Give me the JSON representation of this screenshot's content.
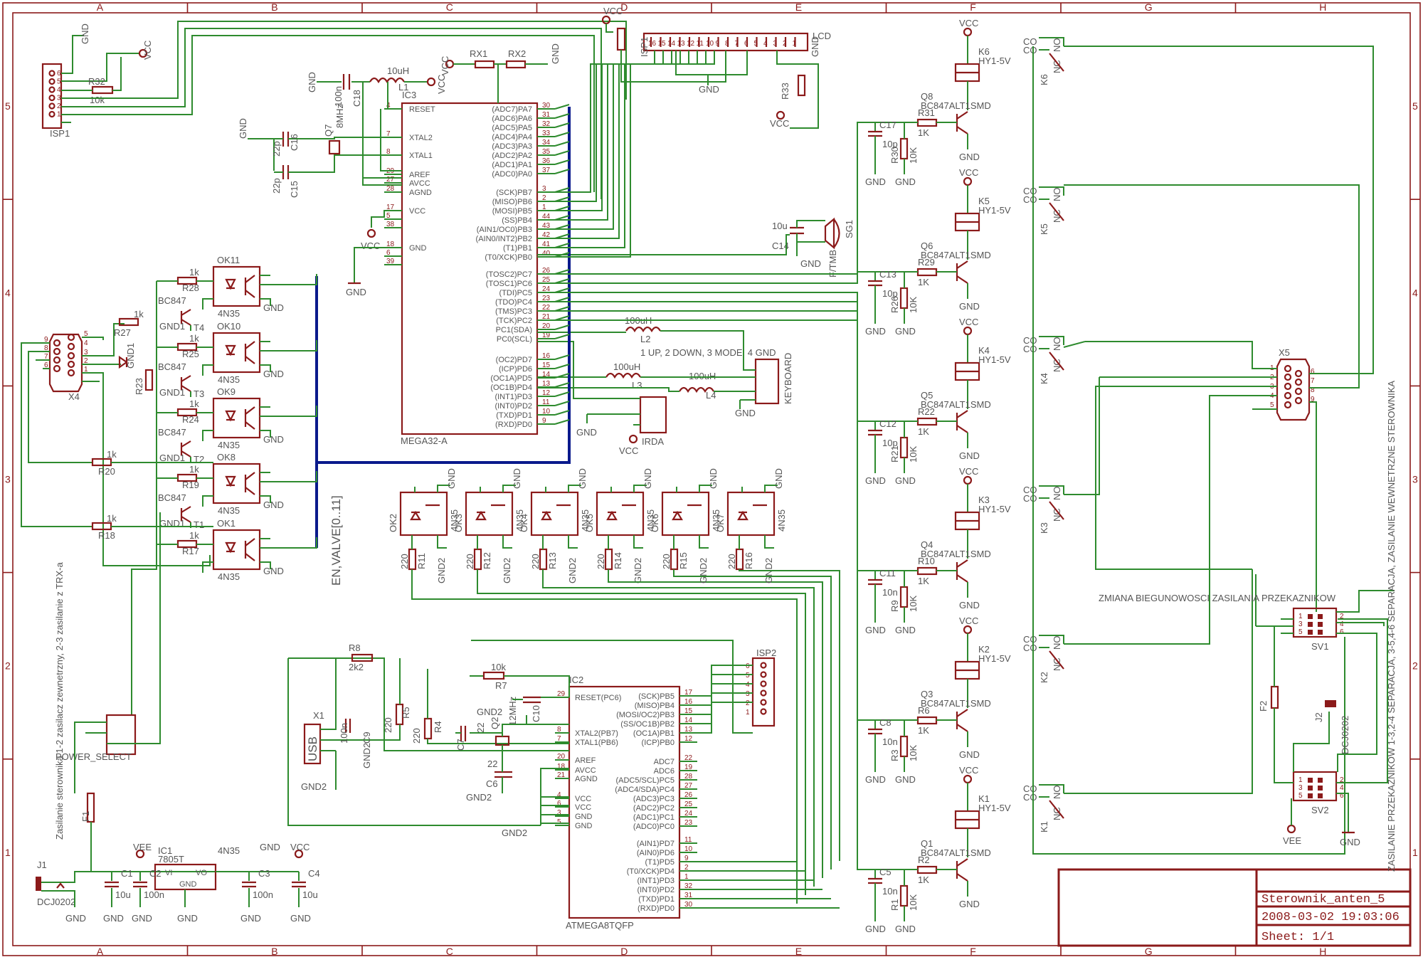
{
  "zones": {
    "columns": [
      "A",
      "B",
      "C",
      "D",
      "E",
      "F",
      "G",
      "H"
    ],
    "rows": [
      "5",
      "4",
      "3",
      "2",
      "1"
    ]
  },
  "title_block": {
    "name": "Sterownik_anten_5",
    "date": "2008-03-02 19:03:06",
    "sheet": "Sheet: 1/1"
  },
  "labels": {
    "isp1": "ISP1",
    "gnd": "GND",
    "vcc": "VCC",
    "vee": "VEE",
    "gnd1": "GND1",
    "gnd2": "GND2",
    "r32": "R32",
    "r32_val": "10k",
    "c18": "C18",
    "c18_val": "100n",
    "l1": "L1",
    "l1_val": "10uH",
    "ic3": "IC3",
    "ic3_name": "MEGA32-A",
    "rx1": "RX1",
    "rx2": "RX2",
    "q7": "Q7",
    "q7_val": "8MHz",
    "c16": "C16",
    "c15": "C15",
    "c_22p": "22p",
    "lcd": "LCD",
    "r33": "R33",
    "c14": "C14",
    "c14_val": "10u",
    "sg1": "SG1",
    "sg1_type": "F/TMB",
    "keyboard": "KEYBOARD",
    "keyboard_note": "1 UP, 2 DOWN, 3 MODE, 4 GND",
    "l2": "L2",
    "l3": "L3",
    "l4": "L4",
    "l_100uh": "100uH",
    "irda": "IRDA",
    "bus_label": "EN,VALVE[0..11]",
    "x4": "X4",
    "x5": "X5",
    "x1": "X1",
    "usb": "USB",
    "isp2": "ISP2",
    "ic2": "IC2",
    "ic2_name": "ATMEGA8TQFP",
    "power_select": "POWER_SELECT",
    "f1": "F1",
    "f2": "F2",
    "j1": "J1",
    "j2": "J2",
    "dcj": "DCJ0202",
    "ic1": "IC1",
    "ic1_name": "7805T",
    "ic1_vi": "VI",
    "ic1_vo": "VO",
    "ic1_gnd": "GND",
    "part_4n35": "4N35",
    "c1": "C1",
    "c2": "C2",
    "c3": "C3",
    "c4": "C4",
    "val_10u": "10u",
    "val_100n": "100n",
    "val_10n": "10n",
    "val_1k": "1k",
    "val_1K": "1K",
    "val_10K": "10K",
    "val_220": "220",
    "val_2k2": "2k2",
    "val_10k": "10k",
    "val_22": "22",
    "r8": "R8",
    "r7": "R7",
    "r5": "R5",
    "r4": "R4",
    "c9": "C9",
    "c7": "C7",
    "c6": "C6",
    "c10": "C10",
    "q2": "Q2",
    "q2_val": "12MHz",
    "sv1": "SV1",
    "sv2": "SV2",
    "polarity_note": "ZMIANA BIEGUNOWOSCI ZASILANIA PRZEKAZNIKOW",
    "right_note": "ZASILANIE PRZEKAZNIKOW 1-3,2-4 SEPARACJA, 3-5,4-6 SEPARACJA, ZASILANIE WEWNETRZNE STEROWNIKA",
    "left_note": "Zasilanie sterownika 1-2 zasilacz zewnetrzny, 2-3 zasilanie z TRX-a",
    "relay_type": "HY1-5V",
    "trans_type": "BC847ALT1SMD",
    "bc847": "BC847",
    "no": "NO",
    "nc": "NC",
    "c_o": "CO"
  },
  "ic3_left_pins": [
    {
      "name": "RESET",
      "num": "4"
    },
    {
      "name": "XTAL2",
      "num": "7"
    },
    {
      "name": "XTAL1",
      "num": "8"
    },
    {
      "name": "AREF",
      "num": "29"
    },
    {
      "name": "AVCC",
      "num": "27"
    },
    {
      "name": "AGND",
      "num": "28"
    },
    {
      "name": "VCC",
      "num": "17"
    },
    {
      "name": "",
      "num": "5"
    },
    {
      "name": "",
      "num": "38"
    },
    {
      "name": "GND",
      "num": "18"
    },
    {
      "name": "",
      "num": "6"
    },
    {
      "name": "",
      "num": "39"
    }
  ],
  "ic3_right_pins": [
    {
      "name": "(ADC7)PA7",
      "num": "30"
    },
    {
      "name": "(ADC6)PA6",
      "num": "31"
    },
    {
      "name": "(ADC5)PA5",
      "num": "32"
    },
    {
      "name": "(ADC4)PA4",
      "num": "33"
    },
    {
      "name": "(ADC3)PA3",
      "num": "34"
    },
    {
      "name": "(ADC2)PA2",
      "num": "35"
    },
    {
      "name": "(ADC1)PA1",
      "num": "36"
    },
    {
      "name": "(ADC0)PA0",
      "num": "37"
    },
    {
      "name": "(SCK)PB7",
      "num": "3"
    },
    {
      "name": "(MISO)PB6",
      "num": "2"
    },
    {
      "name": "(MOSI)PB5",
      "num": "1"
    },
    {
      "name": "(SS)PB4",
      "num": "44"
    },
    {
      "name": "(AIN1/OC0)PB3",
      "num": "43"
    },
    {
      "name": "(AIN0/INT2)PB2",
      "num": "42"
    },
    {
      "name": "(T1)PB1",
      "num": "41"
    },
    {
      "name": "(T0/XCK)PB0",
      "num": "40"
    },
    {
      "name": "(TOSC2)PC7",
      "num": "26"
    },
    {
      "name": "(TOSC1)PC6",
      "num": "25"
    },
    {
      "name": "(TDI)PC5",
      "num": "24"
    },
    {
      "name": "(TDO)PC4",
      "num": "23"
    },
    {
      "name": "(TMS)PC3",
      "num": "22"
    },
    {
      "name": "(TCK)PC2",
      "num": "21"
    },
    {
      "name": "PC1(SDA)",
      "num": "20"
    },
    {
      "name": "PC0(SCL)",
      "num": "19"
    },
    {
      "name": "(OC2)PD7",
      "num": "16"
    },
    {
      "name": "(ICP)PD6",
      "num": "15"
    },
    {
      "name": "(OC1A)PD5",
      "num": "14"
    },
    {
      "name": "(OC1B)PD4",
      "num": "13"
    },
    {
      "name": "(INT1)PD3",
      "num": "12"
    },
    {
      "name": "(INT0)PD2",
      "num": "11"
    },
    {
      "name": "(TXD)PD1",
      "num": "10"
    },
    {
      "name": "(RXD)PD0",
      "num": "9"
    }
  ],
  "ic2_left_pins": [
    {
      "name": "RESET(PC6)",
      "num": "29"
    },
    {
      "name": "XTAL2(PB7)",
      "num": "8"
    },
    {
      "name": "XTAL1(PB6)",
      "num": "7"
    },
    {
      "name": "AREF",
      "num": "20"
    },
    {
      "name": "AVCC",
      "num": "18"
    },
    {
      "name": "AGND",
      "num": "21"
    },
    {
      "name": "VCC",
      "num": "4"
    },
    {
      "name": "VCC",
      "num": "6"
    },
    {
      "name": "GND",
      "num": "3"
    },
    {
      "name": "GND",
      "num": "5"
    }
  ],
  "ic2_right_pins": [
    {
      "name": "(SCK)PB5",
      "num": "17"
    },
    {
      "name": "(MISO)PB4",
      "num": "16"
    },
    {
      "name": "(MOSI/OC2)PB3",
      "num": "15"
    },
    {
      "name": "(SS/OC1B)PB2",
      "num": "14"
    },
    {
      "name": "(OC1A)PB1",
      "num": "13"
    },
    {
      "name": "(ICP)PB0",
      "num": "12"
    },
    {
      "name": "ADC7",
      "num": "22"
    },
    {
      "name": "ADC6",
      "num": "19"
    },
    {
      "name": "(ADC5/SCL)PC5",
      "num": "28"
    },
    {
      "name": "(ADC4/SDA)PC4",
      "num": "27"
    },
    {
      "name": "(ADC3)PC3",
      "num": "26"
    },
    {
      "name": "(ADC2)PC2",
      "num": "25"
    },
    {
      "name": "(ADC1)PC1",
      "num": "24"
    },
    {
      "name": "(ADC0)PC0",
      "num": "23"
    },
    {
      "name": "(AIN1)PD7",
      "num": "11"
    },
    {
      "name": "(AIN0)PD6",
      "num": "10"
    },
    {
      "name": "(T1)PD5",
      "num": "9"
    },
    {
      "name": "(T0/XCK)PD4",
      "num": "2"
    },
    {
      "name": "(INT1)PD3",
      "num": "1"
    },
    {
      "name": "(INT0)PD2",
      "num": "32"
    },
    {
      "name": "(TXD)PD1",
      "num": "31"
    },
    {
      "name": "(RXD)PD0",
      "num": "30"
    }
  ],
  "relays": [
    {
      "k": "K6",
      "q": "Q8",
      "r": "R31",
      "c": "C17",
      "c_val": "10p",
      "rb": "R30"
    },
    {
      "k": "K5",
      "q": "Q6",
      "r": "R29",
      "c": "C13",
      "c_val": "10p",
      "rb": "R26"
    },
    {
      "k": "K4",
      "q": "Q5",
      "r": "R22",
      "c": "C12",
      "c_val": "10p",
      "rb": "R21"
    },
    {
      "k": "K3",
      "q": "Q4",
      "r": "R10",
      "c": "C11",
      "c_val": "10n",
      "rb": "R9"
    },
    {
      "k": "K2",
      "q": "Q3",
      "r": "R6",
      "c": "C8",
      "c_val": "10n",
      "rb": "R3"
    },
    {
      "k": "K1",
      "q": "Q1",
      "r": "R2",
      "c": "C5",
      "c_val": "10n",
      "rb": "R1"
    }
  ],
  "left_opto": [
    {
      "ok": "OK11",
      "r": "R28",
      "t": "T4"
    },
    {
      "ok": "OK10",
      "r": "R25",
      "t": "T3"
    },
    {
      "ok": "OK9",
      "r": "R24",
      "t": "T2"
    },
    {
      "ok": "OK8",
      "r": "R19",
      "t": "T1"
    },
    {
      "ok": "OK1",
      "r": "R17",
      "t": ""
    }
  ],
  "bottom_opto": [
    {
      "ok": "OK2",
      "r": "R11"
    },
    {
      "ok": "OK3",
      "r": "R12"
    },
    {
      "ok": "OK4",
      "r": "R13"
    },
    {
      "ok": "OK5",
      "r": "R14"
    },
    {
      "ok": "OK6",
      "r": "R15"
    },
    {
      "ok": "OK7",
      "r": "R16"
    }
  ],
  "left_misc": {
    "r27": "R27",
    "r23": "R23",
    "r20": "R20",
    "r18": "R18",
    "gnd1_d": "GND1"
  }
}
